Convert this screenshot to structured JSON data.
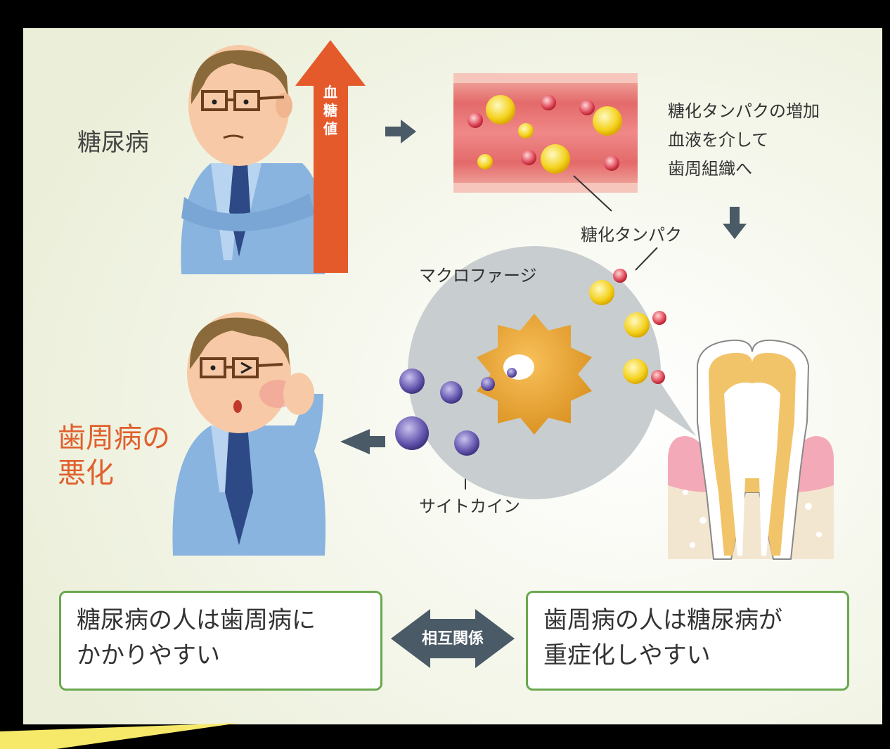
{
  "colors": {
    "background": "#f2f2e6",
    "arrow_red": "#e55a2b",
    "arrow_gray": "#4a5a66",
    "box_border": "#6aa84f",
    "accent_text": "#e0602e"
  },
  "top_left": {
    "label": "糖尿病"
  },
  "blood_sugar_arrow": {
    "label_chars": [
      "血",
      "糖",
      "値"
    ]
  },
  "vessel_note": {
    "lines": [
      "糖化タンパクの増加",
      "血液を介して",
      "歯周組織へ"
    ]
  },
  "labels": {
    "glycated_protein": "糖化タンパク",
    "macrophage": "マクロファージ",
    "cytokine": "サイトカイン"
  },
  "bottom_left": {
    "lines": [
      "歯周病の",
      "悪化"
    ]
  },
  "boxes": {
    "left": {
      "lines": [
        "糖尿病の人は歯周病に",
        "かかりやすい"
      ]
    },
    "center": "相互関係",
    "right": {
      "lines": [
        "歯周病の人は糖尿病が",
        "重症化しやすい"
      ]
    }
  }
}
